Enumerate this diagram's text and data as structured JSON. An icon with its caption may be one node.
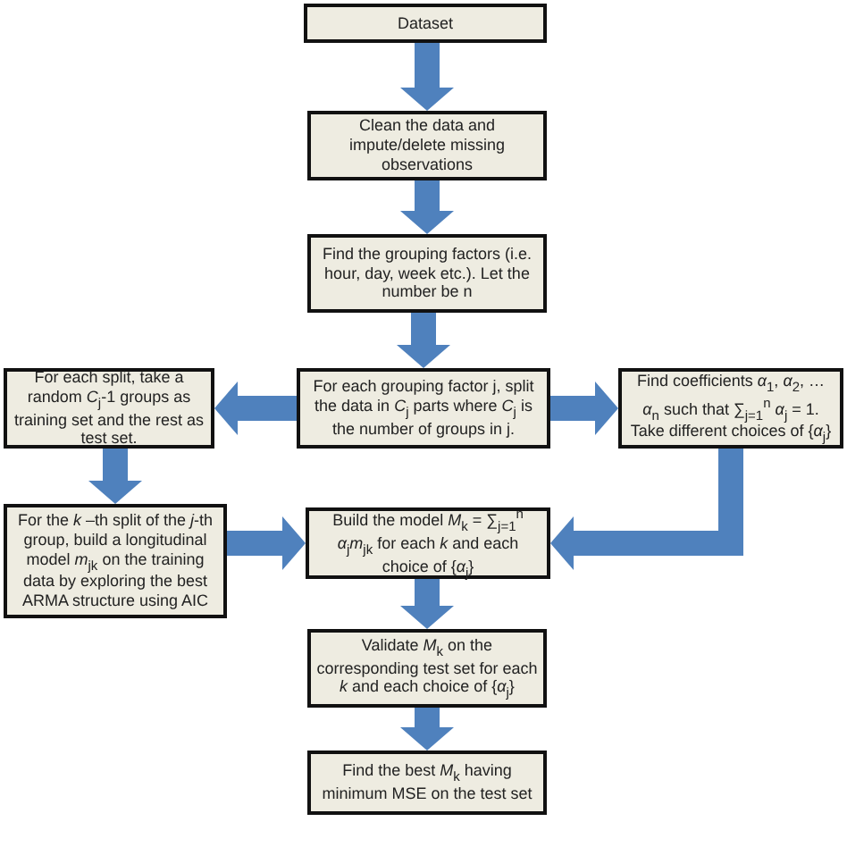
{
  "diagram": {
    "nodes": [
      {
        "text": [
          "Dataset"
        ]
      },
      {
        "text": [
          "Clean the data and impute/delete missing observations"
        ]
      },
      {
        "text": [
          "Find the grouping factors (i.e. hour, day, week etc.). Let the number be n"
        ]
      },
      {
        "text": [
          "For each grouping factor j, split the data in *C*$_{j}$ parts where *C*$_{j}$ is the number of groups in j."
        ]
      },
      {
        "text": [
          "For each split, take a random *C*$_{j}$-1 groups as training set and the rest as test set."
        ]
      },
      {
        "text": [
          "Find coefficients *α*$_{1}$, *α*$_{2}$, … *α*$_{n}$ such that ∑$_{j=1}$$^{n}$ *α*$_{j}$ = 1. Take different choices of {*α*$_{j}$}"
        ]
      },
      {
        "text": [
          "For the *k* –th split of the *j*-th group, build a longitudinal model *m*$_{jk}$ on the training data by exploring the best ARMA structure using AIC"
        ]
      },
      {
        "text": [
          "Build the model *M*$_{k}$ = ∑$_{j=1}$$^{n}$ *α*$_{j}$*m*$_{jk}$ for each *k* and each choice of {*α*$_{j}$}"
        ]
      },
      {
        "text": [
          "Validate *M*$_{k}$ on the corresponding test set for each *k* and each choice of {*α*$_{j}$}"
        ]
      },
      {
        "text": [
          "Find the best *M*$_{k}$ having minimum MSE on the test set"
        ]
      }
    ],
    "edges": [
      {
        "from": 0,
        "to": 1,
        "arrow": "to"
      },
      {
        "from": 1,
        "to": 2,
        "arrow": "to"
      },
      {
        "from": 2,
        "to": 3,
        "arrow": "to"
      },
      {
        "from": 3,
        "to": 4,
        "arrow": "to"
      },
      {
        "from": 3,
        "to": 5,
        "arrow": "to"
      },
      {
        "from": 4,
        "to": 6,
        "arrow": "to"
      },
      {
        "from": 6,
        "to": 7,
        "arrow": "to"
      },
      {
        "from": 5,
        "to": 7,
        "arrow": "to"
      },
      {
        "from": 7,
        "to": 8,
        "arrow": "to"
      },
      {
        "from": 8,
        "to": 9,
        "arrow": "to"
      }
    ]
  }
}
